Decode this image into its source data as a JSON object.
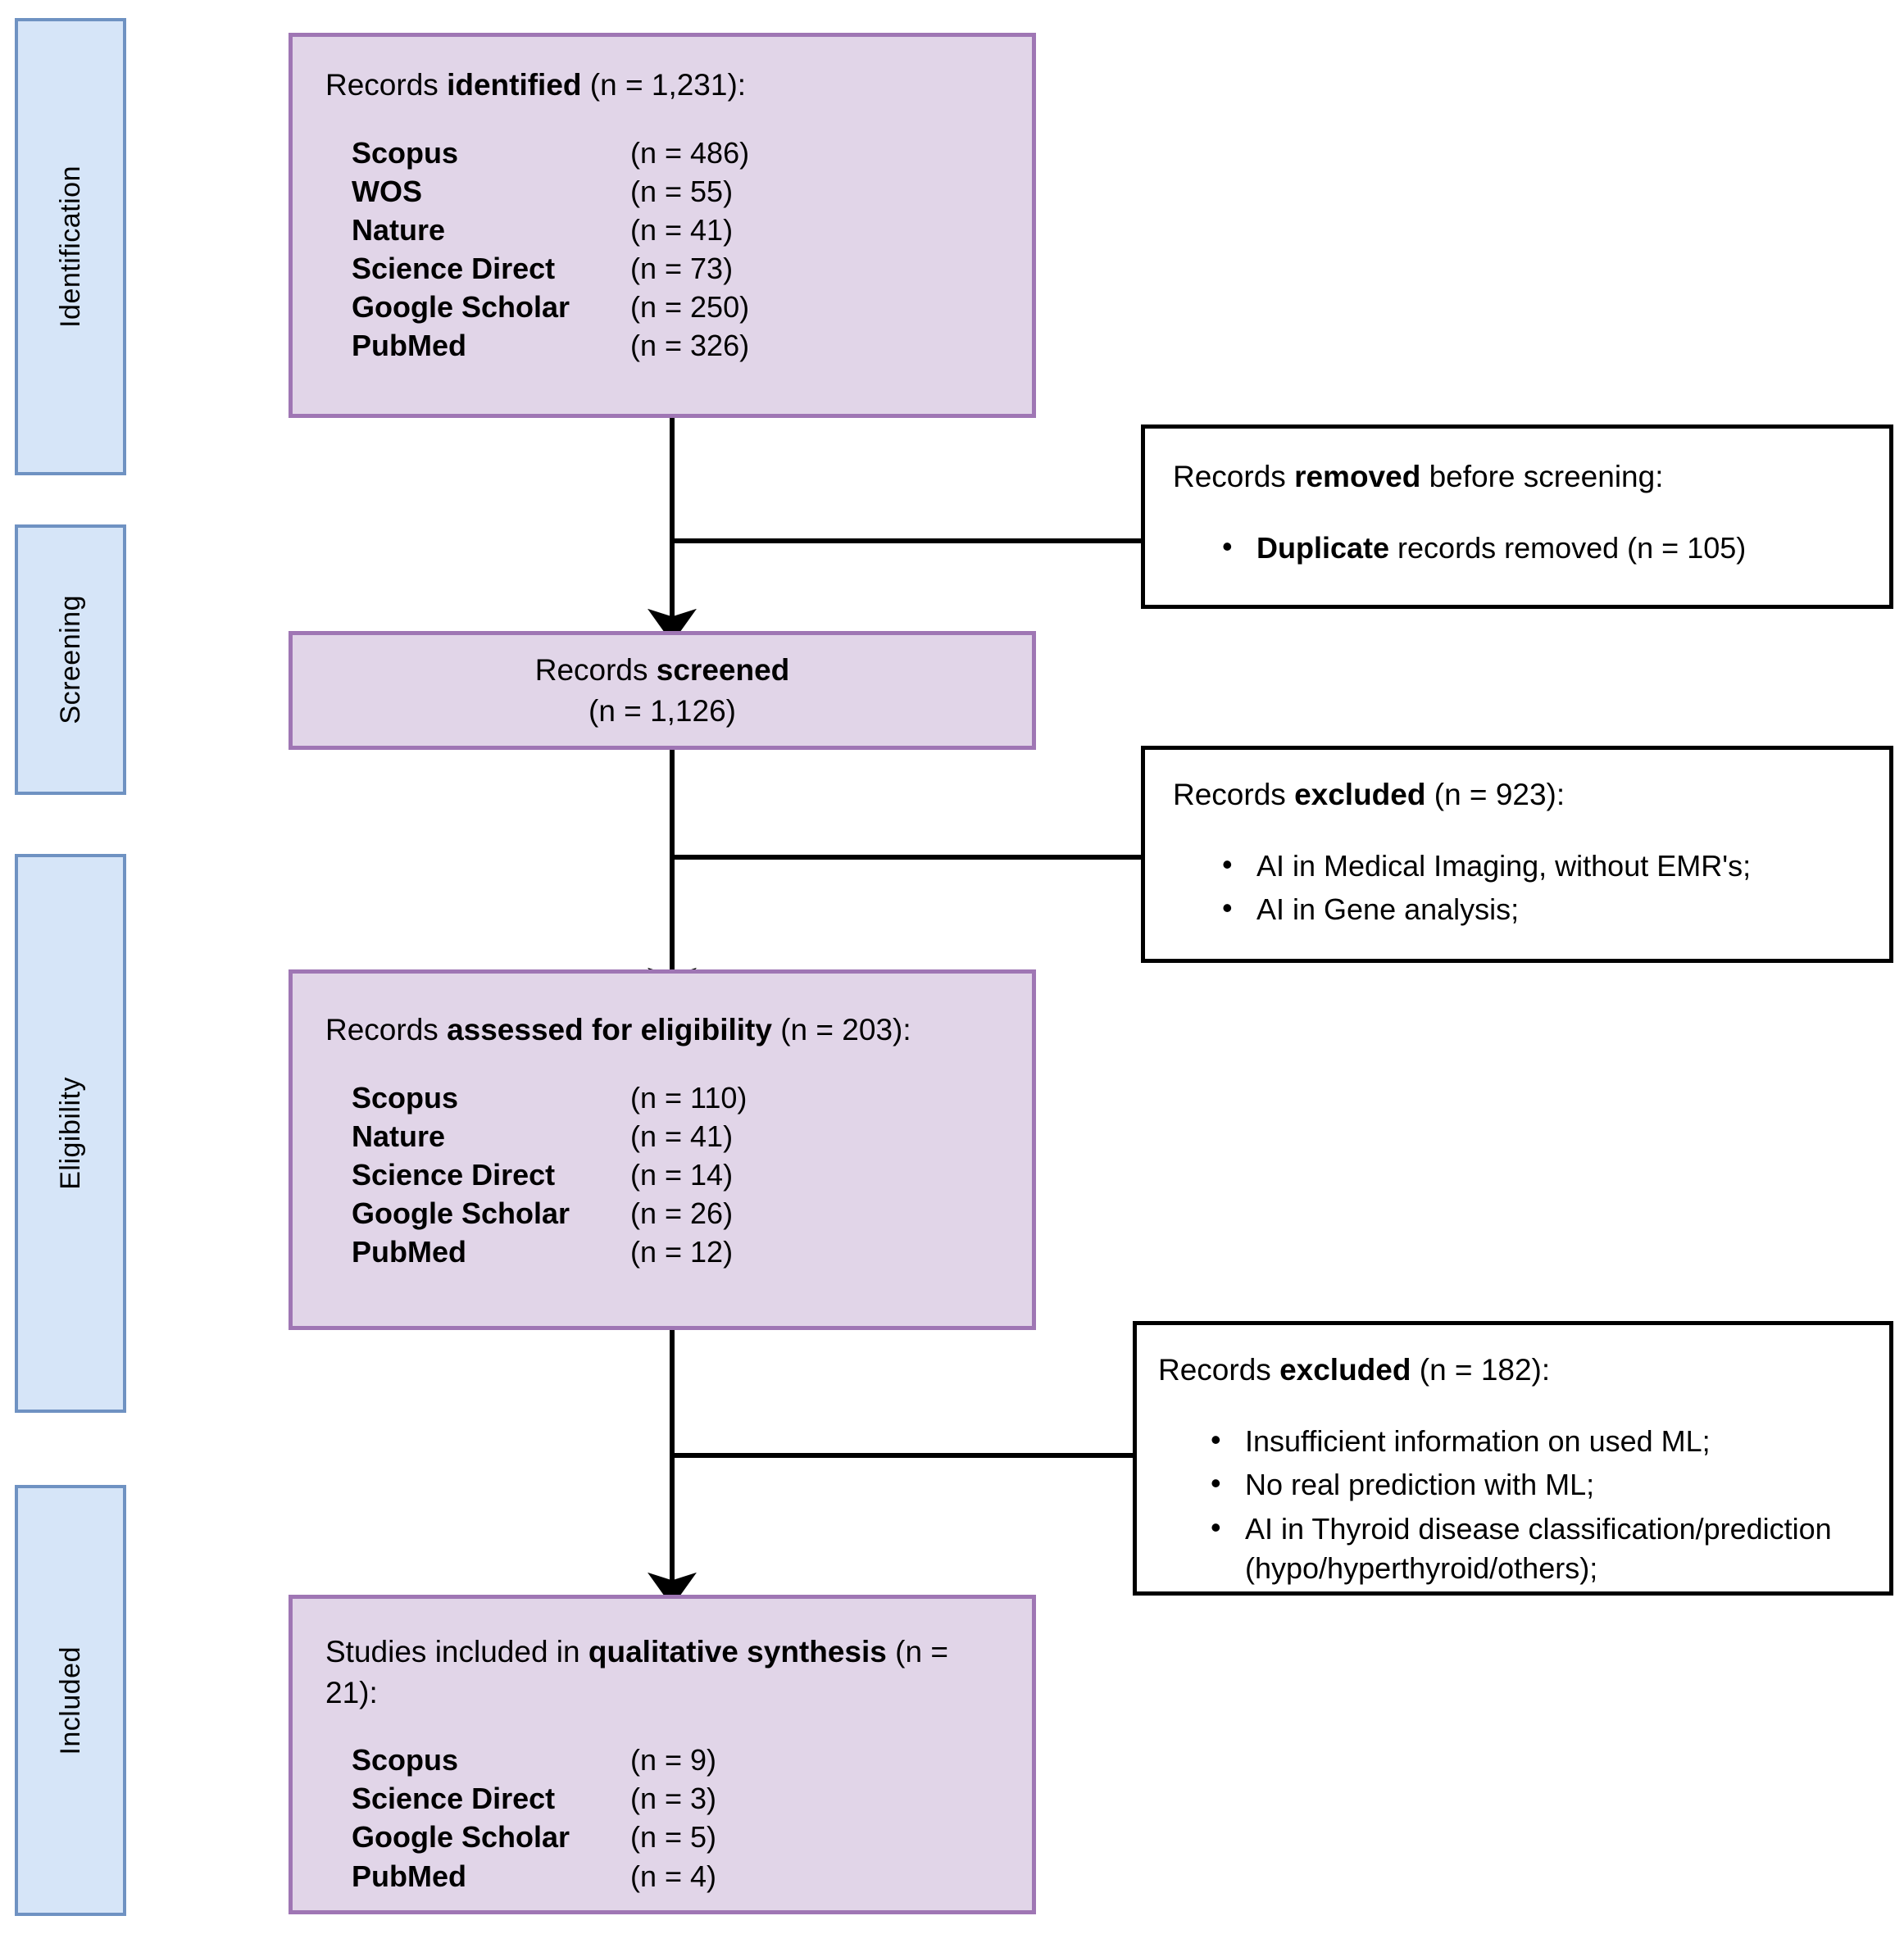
{
  "diagram": {
    "type": "prisma-flow-diagram",
    "colors": {
      "stage_fill": "#d6e5f8",
      "stage_border": "#6f92c2",
      "box_fill": "#e1d5e8",
      "box_border": "#9f76b4",
      "exclusion_fill": "#ffffff",
      "exclusion_border": "#000000",
      "connector": "#000000"
    }
  },
  "stages": [
    {
      "label": "Identification"
    },
    {
      "label": "Screening"
    },
    {
      "label": "Eligibility"
    },
    {
      "label": "Included"
    }
  ],
  "identification": {
    "heading_pre": "Records ",
    "heading_bold": "identified",
    "heading_post": " (n = 1,231):",
    "sources": [
      {
        "name": "Scopus",
        "count": "(n = 486)"
      },
      {
        "name": "WOS",
        "count": "(n = 55)"
      },
      {
        "name": "Nature",
        "count": "(n = 41)"
      },
      {
        "name": "Science Direct",
        "count": "(n = 73)"
      },
      {
        "name": "Google Scholar",
        "count": "(n = 250)"
      },
      {
        "name": "PubMed",
        "count": "(n = 326)"
      }
    ]
  },
  "removed_before_screening": {
    "heading_pre": "Records ",
    "heading_bold": "removed",
    "heading_post": " before screening:",
    "bullets": [
      {
        "bold": "Duplicate",
        "rest": " records removed (n = 105)"
      }
    ]
  },
  "screened": {
    "line1_pre": "Records ",
    "line1_bold": "screened",
    "line2": "(n = 1,126)"
  },
  "excluded_screening": {
    "heading_pre": "Records ",
    "heading_bold": "excluded",
    "heading_post": " (n = 923):",
    "bullets": [
      {
        "bold": "",
        "rest": "AI in Medical Imaging, without EMR's;"
      },
      {
        "bold": "",
        "rest": "AI in Gene analysis;"
      }
    ]
  },
  "eligibility": {
    "heading_pre": "Records ",
    "heading_bold": "assessed for eligibility",
    "heading_post": " (n = 203):",
    "sources": [
      {
        "name": "Scopus",
        "count": "(n = 110)"
      },
      {
        "name": "Nature",
        "count": "(n = 41)"
      },
      {
        "name": "Science Direct",
        "count": "(n = 14)"
      },
      {
        "name": "Google Scholar",
        "count": "(n = 26)"
      },
      {
        "name": "PubMed",
        "count": "(n = 12)"
      }
    ]
  },
  "excluded_eligibility": {
    "heading_pre": "Records ",
    "heading_bold": "excluded",
    "heading_post": " (n = 182):",
    "bullets": [
      {
        "bold": "",
        "rest": "Insufficient information on used ML;"
      },
      {
        "bold": "",
        "rest": "No real prediction with ML;"
      },
      {
        "bold": "",
        "rest": "AI in Thyroid disease classification/prediction (hypo/hyperthyroid/others);"
      }
    ]
  },
  "included": {
    "heading_pre": "Studies included in ",
    "heading_bold": "qualitative synthesis",
    "heading_post": " (n = 21):",
    "sources": [
      {
        "name": "Scopus",
        "count": "(n = 9)"
      },
      {
        "name": "Science Direct",
        "count": "(n = 3)"
      },
      {
        "name": "Google Scholar",
        "count": "(n = 5)"
      },
      {
        "name": "PubMed",
        "count": "(n = 4)"
      }
    ]
  }
}
